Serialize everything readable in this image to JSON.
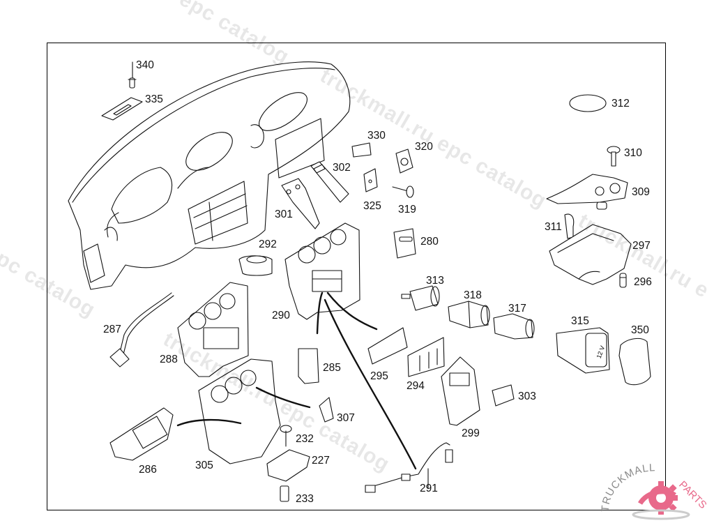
{
  "diagram": {
    "title": "Dashboard / instrument panel parts exploded view",
    "callouts": [
      {
        "id": "340",
        "label": "340"
      },
      {
        "id": "335",
        "label": "335"
      },
      {
        "id": "312",
        "label": "312"
      },
      {
        "id": "330",
        "label": "330"
      },
      {
        "id": "320",
        "label": "320"
      },
      {
        "id": "310",
        "label": "310"
      },
      {
        "id": "302",
        "label": "302"
      },
      {
        "id": "325",
        "label": "325"
      },
      {
        "id": "319",
        "label": "319"
      },
      {
        "id": "309",
        "label": "309"
      },
      {
        "id": "301",
        "label": "301"
      },
      {
        "id": "311",
        "label": "311"
      },
      {
        "id": "292",
        "label": "292"
      },
      {
        "id": "280",
        "label": "280"
      },
      {
        "id": "297",
        "label": "297"
      },
      {
        "id": "313",
        "label": "313"
      },
      {
        "id": "296",
        "label": "296"
      },
      {
        "id": "318",
        "label": "318"
      },
      {
        "id": "317",
        "label": "317"
      },
      {
        "id": "290",
        "label": "290"
      },
      {
        "id": "315",
        "label": "315"
      },
      {
        "id": "287",
        "label": "287"
      },
      {
        "id": "350",
        "label": "350"
      },
      {
        "id": "288",
        "label": "288"
      },
      {
        "id": "295",
        "label": "295"
      },
      {
        "id": "285",
        "label": "285"
      },
      {
        "id": "294",
        "label": "294"
      },
      {
        "id": "303",
        "label": "303"
      },
      {
        "id": "307",
        "label": "307"
      },
      {
        "id": "299",
        "label": "299"
      },
      {
        "id": "232",
        "label": "232"
      },
      {
        "id": "286",
        "label": "286"
      },
      {
        "id": "305",
        "label": "305"
      },
      {
        "id": "227",
        "label": "227"
      },
      {
        "id": "291",
        "label": "291"
      },
      {
        "id": "233",
        "label": "233"
      }
    ],
    "part_markings": {
      "socket_315_text": "12 V"
    }
  },
  "watermarks": {
    "text_1": "truckmall.ru epc catalog",
    "text_2": "epc catalog",
    "text_3": "truckmall.ru epc catalog",
    "text_4": "truckmall.ru e"
  },
  "logo": {
    "word_1": "TRUCKMALL",
    "word_2": "PARTS",
    "accent_color": "#e8698a",
    "text_color": "#8a8a8a"
  }
}
